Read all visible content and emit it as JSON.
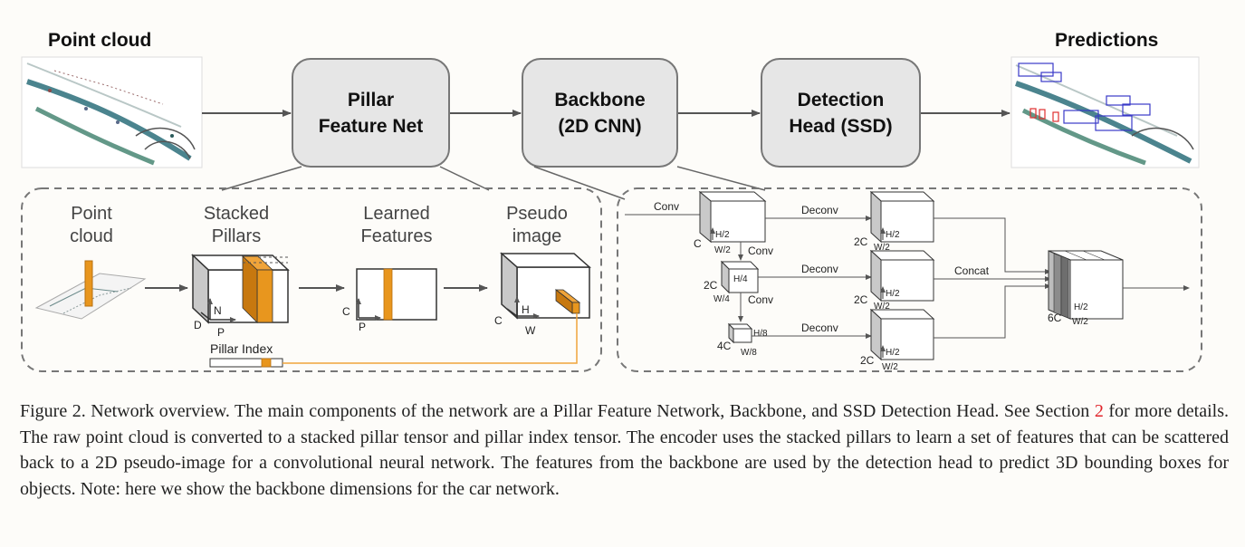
{
  "headers": {
    "point_cloud": "Point cloud",
    "predictions": "Predictions"
  },
  "main_boxes": {
    "pfn": [
      "Pillar",
      "Feature Net"
    ],
    "backbone": [
      "Backbone",
      "(2D CNN)"
    ],
    "head": [
      "Detection",
      "Head (SSD)"
    ]
  },
  "pfn_detail": {
    "point_cloud": [
      "Point",
      "cloud"
    ],
    "stacked_pillars": [
      "Stacked",
      "Pillars"
    ],
    "learned_features": [
      "Learned",
      "Features"
    ],
    "pseudo_image": [
      "Pseudo",
      "image"
    ],
    "pillar_index": "Pillar Index",
    "axes": {
      "D": "D",
      "N": "N",
      "P": "P",
      "C": "C",
      "H": "H",
      "W": "W"
    }
  },
  "backbone_detail": {
    "conv": "Conv",
    "deconv": "Deconv",
    "concat": "Concat",
    "C": "C",
    "2C": "2C",
    "4C": "4C",
    "6C": "6C",
    "H2": "H/2",
    "W2": "W/2",
    "H4": "H/4",
    "W4": "W/4",
    "H8": "H/8",
    "W8": "W/8"
  },
  "caption": {
    "part1": "Figure 2. Network overview. The main components of the network are a Pillar Feature Network, Backbone, and SSD Detection Head. See Section ",
    "ref": "2",
    "part2": " for more details. The raw point cloud is converted to a stacked pillar tensor and pillar index tensor. The encoder uses the stacked pillars to learn a set of features that can be scattered back to a 2D pseudo-image for a convolutional neural network. The features from the backbone are used by the detection head to predict 3D bounding boxes for objects. Note: here we show the backbone dimensions for the car network."
  },
  "colors": {
    "box_fill": "#e6e6e6",
    "box_stroke": "#777777",
    "orange": "#e8961e",
    "orange_line": "#f0a43a",
    "ref_red": "#e0242a"
  }
}
